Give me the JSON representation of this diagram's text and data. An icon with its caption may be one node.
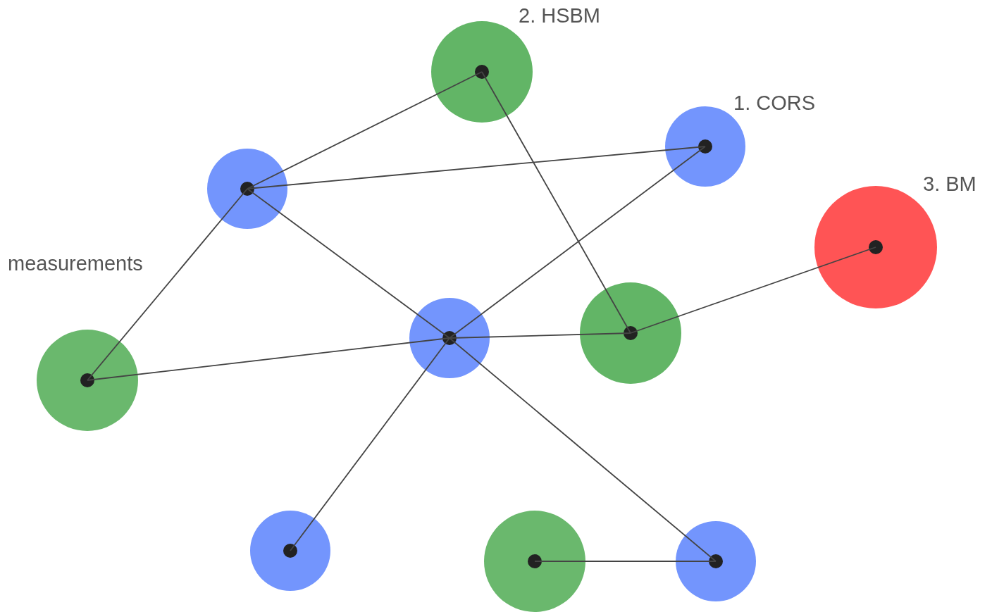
{
  "diagram": {
    "nodes": [
      {
        "text": [],
        "shape": "circle",
        "beside": [
          "2. HSBM"
        ]
      },
      {
        "text": [],
        "shape": "circle",
        "beside": [
          "1. CORS"
        ]
      },
      {
        "text": [],
        "shape": "circle"
      },
      {
        "text": [],
        "shape": "circle",
        "beside": [
          "3. BM"
        ]
      },
      {
        "text": [],
        "shape": "circle"
      },
      {
        "text": [],
        "shape": "circle"
      },
      {
        "text": [],
        "shape": "circle"
      },
      {
        "text": [],
        "shape": "circle"
      },
      {
        "text": [],
        "shape": "circle"
      },
      {
        "text": [],
        "shape": "circle"
      }
    ],
    "edges": [
      {
        "from": 2,
        "to": 0,
        "arrow": "none"
      },
      {
        "from": 2,
        "to": 1,
        "arrow": "none"
      },
      {
        "from": 0,
        "to": 5,
        "arrow": "none"
      },
      {
        "from": 2,
        "to": 6,
        "arrow": "none"
      },
      {
        "from": 2,
        "to": 4,
        "arrow": "none"
      },
      {
        "from": 4,
        "to": 1,
        "arrow": "none"
      },
      {
        "from": 4,
        "to": 5,
        "arrow": "none"
      },
      {
        "from": 5,
        "to": 3,
        "arrow": "none"
      },
      {
        "from": 4,
        "to": 6,
        "arrow": "none"
      },
      {
        "from": 4,
        "to": 7,
        "arrow": "none"
      },
      {
        "from": 4,
        "to": 9,
        "arrow": "none"
      },
      {
        "from": 8,
        "to": 9,
        "arrow": "none"
      }
    ],
    "labels": [
      "measurements"
    ]
  }
}
